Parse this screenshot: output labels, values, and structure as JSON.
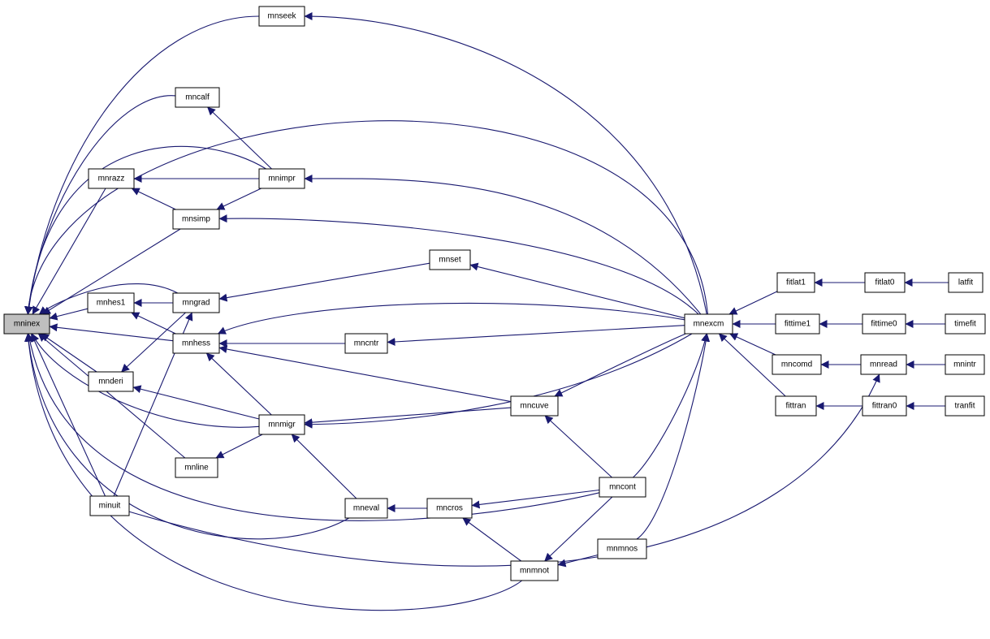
{
  "graph": {
    "type": "caller-graph",
    "root": "mninex",
    "edge_color": "#191970",
    "root_fill": "#bfbfbf",
    "nodes": [
      {
        "id": "mninex",
        "label": "mninex",
        "root": true
      },
      {
        "id": "mnseek",
        "label": "mnseek"
      },
      {
        "id": "mncalf",
        "label": "mncalf"
      },
      {
        "id": "mnrazz",
        "label": "mnrazz"
      },
      {
        "id": "mnimpr",
        "label": "mnimpr"
      },
      {
        "id": "mnsimp",
        "label": "mnsimp"
      },
      {
        "id": "mnset",
        "label": "mnset"
      },
      {
        "id": "mnhes1",
        "label": "mnhes1"
      },
      {
        "id": "mngrad",
        "label": "mngrad"
      },
      {
        "id": "mnhess",
        "label": "mnhess"
      },
      {
        "id": "mncntr",
        "label": "mncntr"
      },
      {
        "id": "mnexcm",
        "label": "mnexcm"
      },
      {
        "id": "mnderi",
        "label": "mnderi"
      },
      {
        "id": "mncuve",
        "label": "mncuve"
      },
      {
        "id": "mnmigr",
        "label": "mnmigr"
      },
      {
        "id": "mnline",
        "label": "mnline"
      },
      {
        "id": "minuit",
        "label": "minuit"
      },
      {
        "id": "mneval",
        "label": "mneval"
      },
      {
        "id": "mncros",
        "label": "mncros"
      },
      {
        "id": "mncont",
        "label": "mncont"
      },
      {
        "id": "mnmnos",
        "label": "mnmnos"
      },
      {
        "id": "mnmnot",
        "label": "mnmnot"
      },
      {
        "id": "fitlat1",
        "label": "fitlat1"
      },
      {
        "id": "fitlat0",
        "label": "fitlat0"
      },
      {
        "id": "latfit",
        "label": "latfit"
      },
      {
        "id": "fittime1",
        "label": "fittime1"
      },
      {
        "id": "fittime0",
        "label": "fittime0"
      },
      {
        "id": "timefit",
        "label": "timefit"
      },
      {
        "id": "mncomd",
        "label": "mncomd"
      },
      {
        "id": "mnread",
        "label": "mnread"
      },
      {
        "id": "mnintr",
        "label": "mnintr"
      },
      {
        "id": "fittran",
        "label": "fittran"
      },
      {
        "id": "fittran0",
        "label": "fittran0"
      },
      {
        "id": "tranfit",
        "label": "tranfit"
      }
    ],
    "edges": [
      [
        "mnseek",
        "mninex"
      ],
      [
        "mnexcm",
        "mnseek"
      ],
      [
        "mnexcm",
        "mninex"
      ],
      [
        "mncalf",
        "mninex"
      ],
      [
        "mnimpr",
        "mncalf"
      ],
      [
        "mnimpr",
        "mninex"
      ],
      [
        "mnimpr",
        "mnrazz"
      ],
      [
        "mnexcm",
        "mnimpr"
      ],
      [
        "mnrazz",
        "mninex"
      ],
      [
        "mnsimp",
        "mnrazz"
      ],
      [
        "mnimpr",
        "mnsimp"
      ],
      [
        "mnsimp",
        "mninex"
      ],
      [
        "mnexcm",
        "mnsimp"
      ],
      [
        "mnset",
        "mngrad"
      ],
      [
        "mnexcm",
        "mnset"
      ],
      [
        "mngrad",
        "mninex"
      ],
      [
        "mngrad",
        "mnhes1"
      ],
      [
        "mngrad",
        "mnderi"
      ],
      [
        "mnhes1",
        "mninex"
      ],
      [
        "mnhess",
        "mnhes1"
      ],
      [
        "mnhess",
        "mninex"
      ],
      [
        "mnexcm",
        "mnhess"
      ],
      [
        "mncntr",
        "mnhess"
      ],
      [
        "mnexcm",
        "mncntr"
      ],
      [
        "mncuve",
        "mnhess"
      ],
      [
        "mnmigr",
        "mnhess"
      ],
      [
        "mnderi",
        "mninex"
      ],
      [
        "mnmigr",
        "mnderi"
      ],
      [
        "mnmigr",
        "mninex"
      ],
      [
        "mnmigr",
        "mnline"
      ],
      [
        "mnline",
        "mninex"
      ],
      [
        "mncuve",
        "mnmigr"
      ],
      [
        "mnexcm",
        "mnmigr"
      ],
      [
        "mneval",
        "mnmigr"
      ],
      [
        "mnexcm",
        "mncuve"
      ],
      [
        "mncont",
        "mncuve"
      ],
      [
        "minuit",
        "mninex"
      ],
      [
        "minuit",
        "mngrad"
      ],
      [
        "minuit",
        "mnread"
      ],
      [
        "mneval",
        "mninex"
      ],
      [
        "mncros",
        "mneval"
      ],
      [
        "mncont",
        "mncros"
      ],
      [
        "mnmnot",
        "mncros"
      ],
      [
        "mncont",
        "mninex"
      ],
      [
        "mncont",
        "mnexcm"
      ],
      [
        "mncont",
        "mnmnot"
      ],
      [
        "mnmnos",
        "mnmnot"
      ],
      [
        "mnmnos",
        "mnexcm"
      ],
      [
        "mnmnot",
        "mninex"
      ],
      [
        "fitlat1",
        "mnexcm"
      ],
      [
        "fitlat0",
        "fitlat1"
      ],
      [
        "latfit",
        "fitlat0"
      ],
      [
        "fittime1",
        "mnexcm"
      ],
      [
        "fittime0",
        "fittime1"
      ],
      [
        "timefit",
        "fittime0"
      ],
      [
        "mncomd",
        "mnexcm"
      ],
      [
        "mnread",
        "mncomd"
      ],
      [
        "mnintr",
        "mnread"
      ],
      [
        "fittran",
        "mnexcm"
      ],
      [
        "fittran0",
        "fittran"
      ],
      [
        "tranfit",
        "fittran0"
      ]
    ]
  }
}
